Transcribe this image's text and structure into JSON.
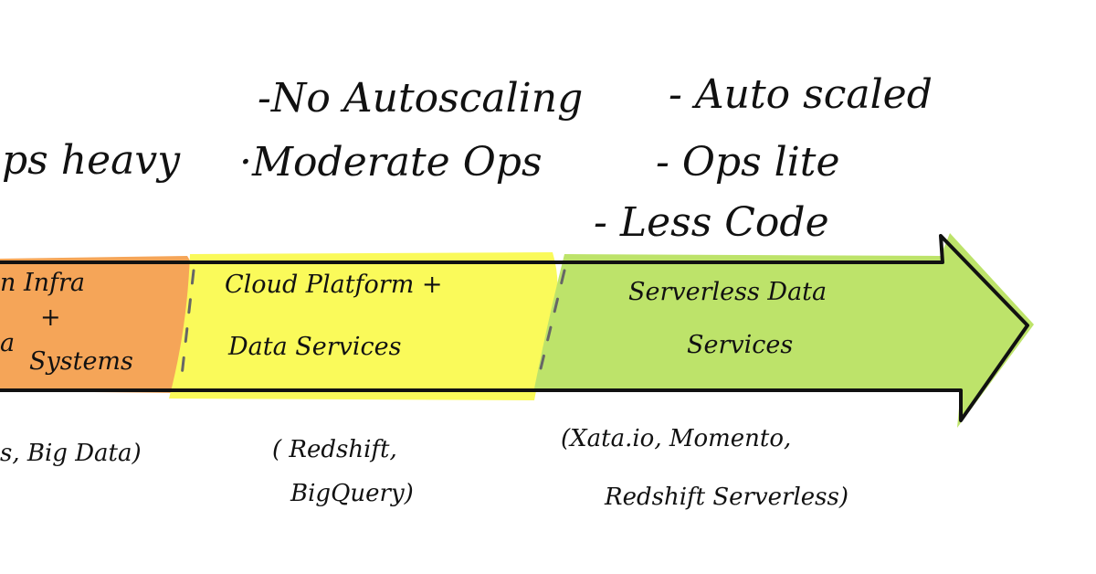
{
  "colors": {
    "stage1": "#f5a558",
    "stage2": "#fafa5a",
    "stage3": "#bde36a",
    "ink": "#111111"
  },
  "traits": {
    "stage1": [
      "ps heavy"
    ],
    "stage2": [
      "-No Autoscaling",
      "·Moderate Ops"
    ],
    "stage3": [
      "- Auto scaled",
      "- Ops lite",
      "- Less Code"
    ]
  },
  "stages": {
    "stage1": {
      "lines": [
        "n Infra",
        "+",
        "a",
        "Systems"
      ]
    },
    "stage2": {
      "lines": [
        "Cloud Platform +",
        "Data Services"
      ]
    },
    "stage3": {
      "lines": [
        "Serverless Data",
        "Services"
      ]
    }
  },
  "examples": {
    "stage1": [
      "s, Big Data)"
    ],
    "stage2": [
      "( Redshift,",
      "BigQuery)"
    ],
    "stage3": [
      "(Xata.io, Momento,",
      "Redshift Serverless)"
    ]
  }
}
